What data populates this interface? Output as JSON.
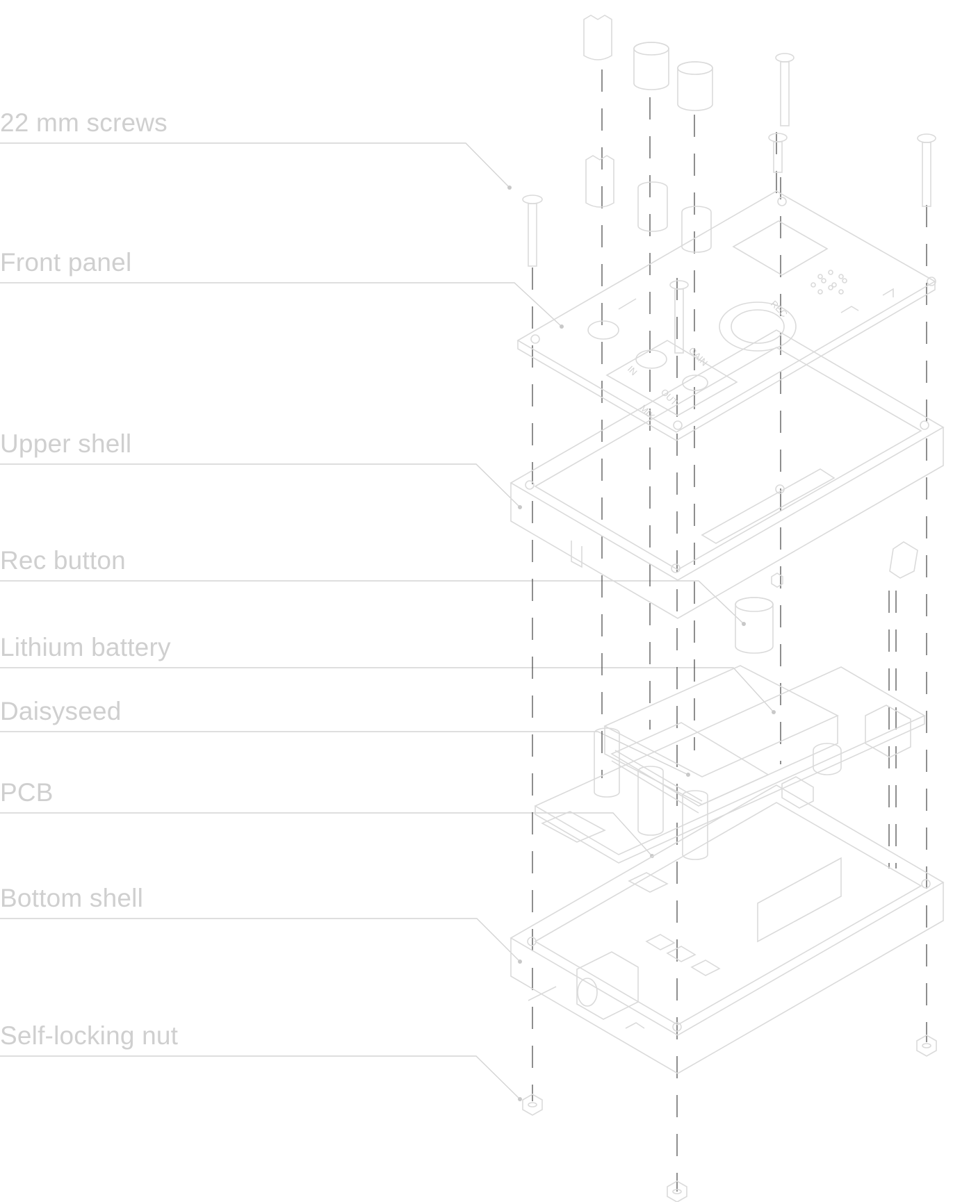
{
  "labels": {
    "screws": "22 mm screws",
    "front_panel": "Front panel",
    "upper_shell": "Upper shell",
    "rec_button": "Rec button",
    "battery": "Lithium battery",
    "daisyseed": "Daisyseed",
    "pcb": "PCB",
    "bottom_shell": "Bottom shell",
    "nut": "Self-locking nut"
  },
  "panel_text": {
    "rec": "REC",
    "gain": "GAIN",
    "in": "IN",
    "out": "OUT",
    "mix": "MIX"
  },
  "colors": {
    "label": "#cfcfcf",
    "leader": "#d4d4d4",
    "drawing": "#dadada",
    "axis": "#444444"
  }
}
